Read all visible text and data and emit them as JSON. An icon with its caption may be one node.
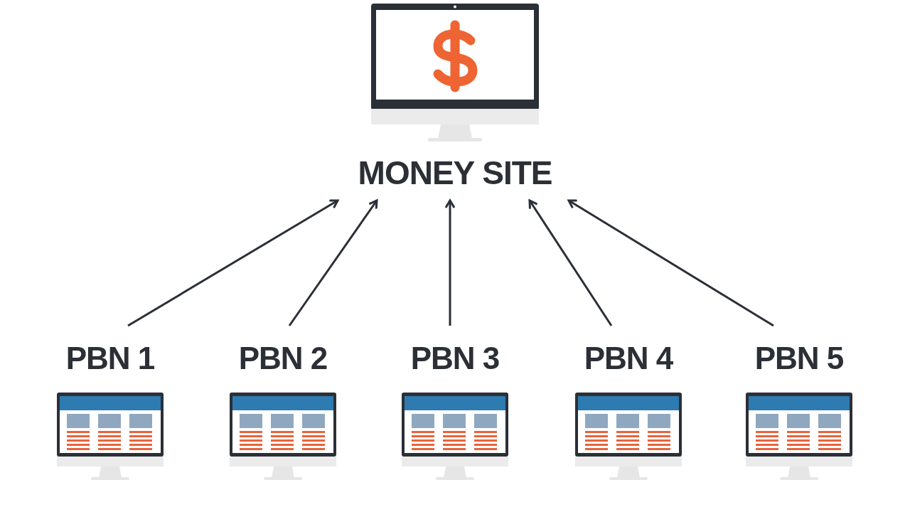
{
  "diagram": {
    "nodes": [
      {
        "text": [
          "MONEY SITE"
        ]
      },
      {
        "text": [
          "PBN 1"
        ]
      },
      {
        "text": [
          "PBN 2"
        ]
      },
      {
        "text": [
          "PBN 3"
        ]
      },
      {
        "text": [
          "PBN 4"
        ]
      },
      {
        "text": [
          "PBN 5"
        ]
      }
    ],
    "edges": [
      {
        "from": 1,
        "to": 0,
        "arrow": "to"
      },
      {
        "from": 2,
        "to": 0,
        "arrow": "to"
      },
      {
        "from": 3,
        "to": 0,
        "arrow": "to"
      },
      {
        "from": 4,
        "to": 0,
        "arrow": "to"
      },
      {
        "from": 5,
        "to": 0,
        "arrow": "to"
      }
    ]
  }
}
